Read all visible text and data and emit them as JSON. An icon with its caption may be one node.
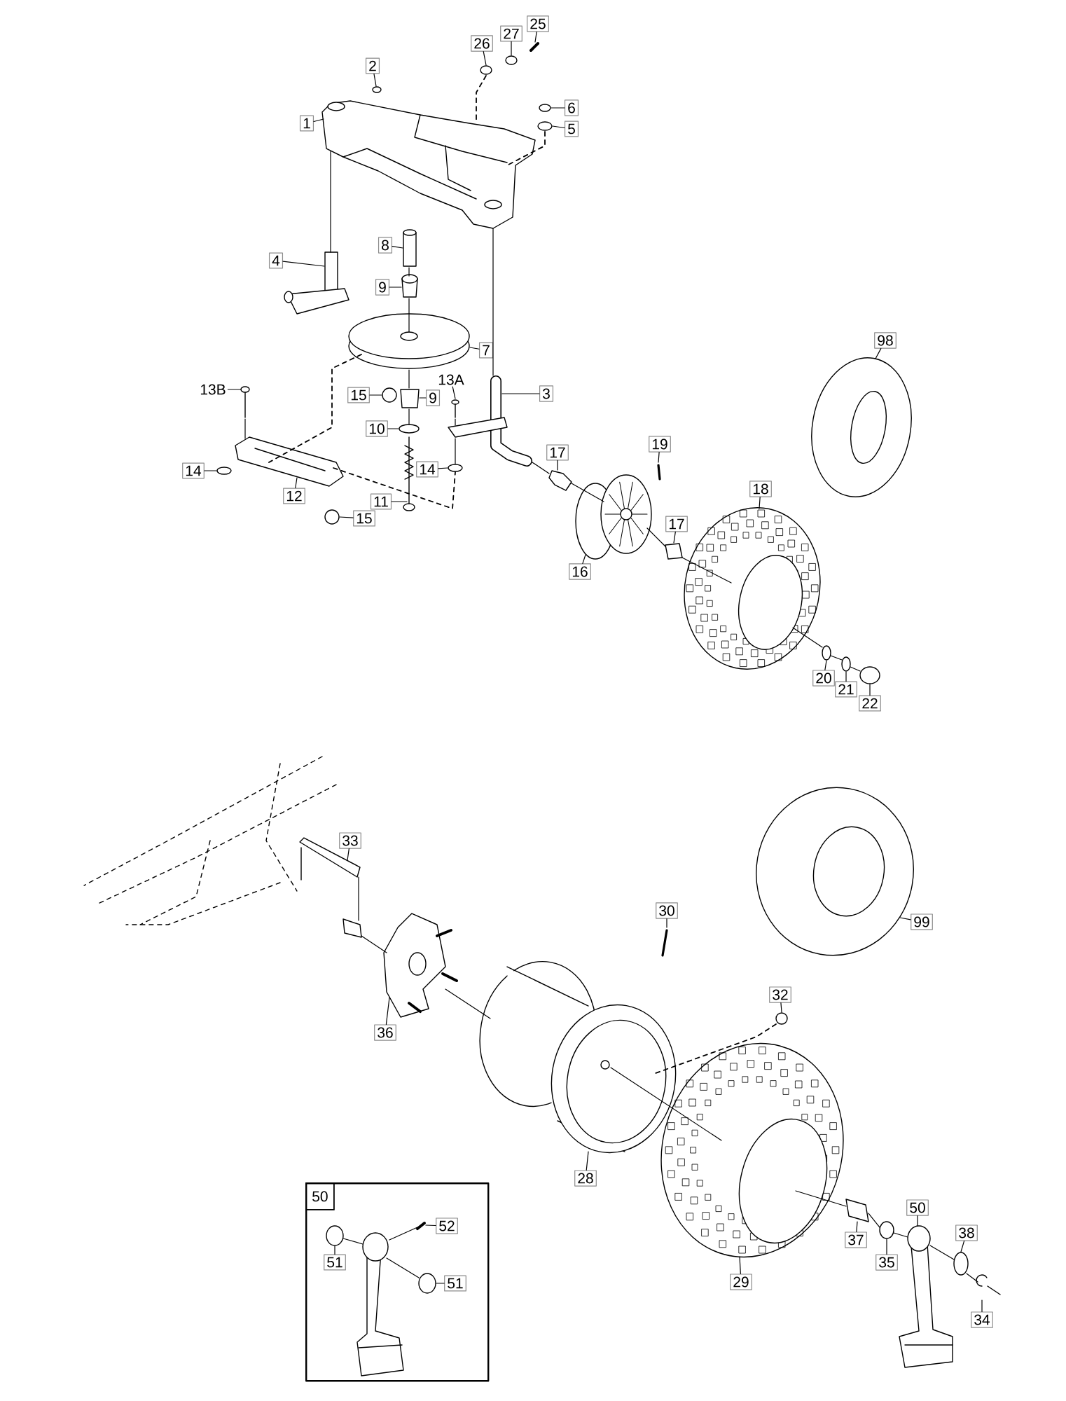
{
  "diagram": {
    "nodes": [
      {
        "text": [
          "25"
        ]
      },
      {
        "text": [
          "27"
        ]
      },
      {
        "text": [
          "26"
        ]
      },
      {
        "text": [
          "2"
        ]
      },
      {
        "text": [
          "6"
        ]
      },
      {
        "text": [
          "1"
        ]
      },
      {
        "text": [
          "5"
        ]
      },
      {
        "text": [
          "8"
        ]
      },
      {
        "text": [
          "4"
        ]
      },
      {
        "text": [
          "9"
        ]
      },
      {
        "text": [
          "98"
        ]
      },
      {
        "text": [
          "7"
        ]
      },
      {
        "text": [
          "13A"
        ]
      },
      {
        "text": [
          "13B"
        ]
      },
      {
        "text": [
          "15"
        ]
      },
      {
        "text": [
          "3"
        ]
      },
      {
        "text": [
          "9"
        ]
      },
      {
        "text": [
          "10"
        ]
      },
      {
        "text": [
          "19"
        ]
      },
      {
        "text": [
          "17"
        ]
      },
      {
        "text": [
          "14"
        ]
      },
      {
        "text": [
          "14"
        ]
      },
      {
        "text": [
          "12"
        ]
      },
      {
        "text": [
          "18"
        ]
      },
      {
        "text": [
          "11"
        ]
      },
      {
        "text": [
          "15"
        ]
      },
      {
        "text": [
          "17"
        ]
      },
      {
        "text": [
          "16"
        ]
      },
      {
        "text": [
          "20"
        ]
      },
      {
        "text": [
          "21"
        ]
      },
      {
        "text": [
          "22"
        ]
      },
      {
        "text": [
          "33"
        ]
      },
      {
        "text": [
          "99"
        ]
      },
      {
        "text": [
          "30"
        ]
      },
      {
        "text": [
          "32"
        ]
      },
      {
        "text": [
          "36"
        ]
      },
      {
        "text": [
          "28"
        ]
      },
      {
        "text": [
          "50"
        ]
      },
      {
        "text": [
          "50"
        ]
      },
      {
        "text": [
          "52"
        ],
        "in": 37
      },
      {
        "text": [
          "38"
        ]
      },
      {
        "text": [
          "37"
        ]
      },
      {
        "text": [
          "35"
        ]
      },
      {
        "text": [
          "51"
        ],
        "in": 37
      },
      {
        "text": [
          "29"
        ]
      },
      {
        "text": [
          "51"
        ],
        "in": 37
      },
      {
        "text": [
          "34"
        ]
      },
      {
        "text": [],
        "shape": "picture"
      },
      {
        "text": [],
        "shape": "circle"
      },
      {
        "text": [],
        "shape": "circle"
      },
      {
        "text": [],
        "shape": "circle"
      },
      {
        "text": [],
        "shape": "circle"
      },
      {
        "text": [],
        "shape": "picture"
      },
      {
        "text": [],
        "shape": "circle"
      },
      {
        "text": [],
        "shape": "box"
      },
      {
        "text": [],
        "shape": "picture"
      },
      {
        "text": [],
        "shape": "box"
      },
      {
        "text": [],
        "shape": "circle"
      },
      {
        "text": [],
        "shape": "picture"
      },
      {
        "text": [],
        "shape": "picture"
      },
      {
        "text": [],
        "shape": "picture"
      },
      {
        "text": [],
        "shape": "circle"
      },
      {
        "text": [],
        "shape": "picture"
      },
      {
        "text": [],
        "shape": "box"
      },
      {
        "text": [],
        "shape": "circle"
      },
      {
        "text": [],
        "shape": "picture"
      },
      {
        "text": [],
        "shape": "box"
      },
      {
        "text": [],
        "shape": "circle"
      },
      {
        "text": [],
        "shape": "circle"
      },
      {
        "text": [],
        "shape": "picture"
      },
      {
        "text": [],
        "shape": "picture"
      },
      {
        "text": [],
        "shape": "picture"
      },
      {
        "text": [],
        "shape": "circle"
      },
      {
        "text": [],
        "shape": "box"
      },
      {
        "text": [],
        "shape": "picture"
      },
      {
        "text": [],
        "shape": "circle"
      },
      {
        "text": [],
        "shape": "circle"
      },
      {
        "text": [],
        "shape": "circle"
      },
      {
        "text": [],
        "shape": "picture"
      },
      {
        "text": [],
        "shape": "circle"
      },
      {
        "text": [],
        "shape": "picture"
      },
      {
        "text": [],
        "shape": "circle"
      },
      {
        "text": [],
        "shape": "picture"
      },
      {
        "text": [],
        "shape": "picture"
      },
      {
        "text": [],
        "shape": "picture"
      },
      {
        "text": [],
        "shape": "picture",
        "in": 37
      },
      {
        "text": [],
        "shape": "circle"
      },
      {
        "text": [],
        "shape": "box"
      },
      {
        "text": [],
        "shape": "circle"
      },
      {
        "text": [],
        "shape": "circle",
        "in": 37
      },
      {
        "text": [],
        "shape": "picture"
      },
      {
        "text": [],
        "shape": "circle",
        "in": 37
      },
      {
        "text": [],
        "shape": "picture"
      },
      {
        "text": [],
        "shape": "box"
      },
      {
        "text": [],
        "shape": "picture",
        "in": 37
      },
      {
        "text": [],
        "shape": "box"
      }
    ],
    "edges": [
      {
        "from": 0,
        "to": 47,
        "arrow": "none"
      },
      {
        "from": 1,
        "to": 48,
        "arrow": "none"
      },
      {
        "from": 2,
        "to": 49,
        "arrow": "none"
      },
      {
        "from": 3,
        "to": 50,
        "arrow": "none"
      },
      {
        "from": 4,
        "to": 51,
        "arrow": "none"
      },
      {
        "from": 5,
        "to": 52,
        "arrow": "none"
      },
      {
        "from": 6,
        "to": 53,
        "arrow": "none"
      },
      {
        "from": 7,
        "to": 54,
        "arrow": "none"
      },
      {
        "from": 8,
        "to": 55,
        "arrow": "none"
      },
      {
        "from": 9,
        "to": 56,
        "arrow": "none"
      },
      {
        "from": 10,
        "to": 57,
        "arrow": "none"
      },
      {
        "from": 11,
        "to": 58,
        "arrow": "none"
      },
      {
        "from": 12,
        "to": 59,
        "arrow": "none"
      },
      {
        "from": 13,
        "to": 60,
        "arrow": "none"
      },
      {
        "from": 14,
        "to": 61,
        "arrow": "none"
      },
      {
        "from": 15,
        "to": 62,
        "arrow": "none"
      },
      {
        "from": 16,
        "to": 63,
        "arrow": "none"
      },
      {
        "from": 17,
        "to": 64,
        "arrow": "none"
      },
      {
        "from": 18,
        "to": 65,
        "arrow": "none"
      },
      {
        "from": 19,
        "to": 66,
        "arrow": "none"
      },
      {
        "from": 20,
        "to": 67,
        "arrow": "none"
      },
      {
        "from": 21,
        "to": 68,
        "arrow": "none"
      },
      {
        "from": 22,
        "to": 69,
        "arrow": "none"
      },
      {
        "from": 23,
        "to": 70,
        "arrow": "none"
      },
      {
        "from": 24,
        "to": 71,
        "arrow": "none"
      },
      {
        "from": 25,
        "to": 72,
        "arrow": "none"
      },
      {
        "from": 26,
        "to": 73,
        "arrow": "none"
      },
      {
        "from": 27,
        "to": 74,
        "arrow": "none"
      },
      {
        "from": 28,
        "to": 75,
        "arrow": "none"
      },
      {
        "from": 29,
        "to": 76,
        "arrow": "none"
      },
      {
        "from": 30,
        "to": 77,
        "arrow": "none"
      },
      {
        "from": 31,
        "to": 78,
        "arrow": "none"
      },
      {
        "from": 32,
        "to": 79,
        "arrow": "none"
      },
      {
        "from": 33,
        "to": 80,
        "arrow": "none"
      },
      {
        "from": 34,
        "to": 81,
        "arrow": "none"
      },
      {
        "from": 35,
        "to": 82,
        "arrow": "none"
      },
      {
        "from": 36,
        "to": 83,
        "arrow": "none"
      },
      {
        "from": 38,
        "to": 84,
        "arrow": "none"
      },
      {
        "from": 39,
        "to": 85,
        "arrow": "none"
      },
      {
        "from": 40,
        "to": 86,
        "arrow": "none"
      },
      {
        "from": 41,
        "to": 87,
        "arrow": "none"
      },
      {
        "from": 42,
        "to": 88,
        "arrow": "none"
      },
      {
        "from": 43,
        "to": 89,
        "arrow": "none"
      },
      {
        "from": 44,
        "to": 90,
        "arrow": "none"
      },
      {
        "from": 45,
        "to": 91,
        "arrow": "none"
      },
      {
        "from": 46,
        "to": 92,
        "arrow": "none"
      },
      {
        "from": 52,
        "to": 55,
        "arrow": "none"
      },
      {
        "from": 52,
        "to": 62,
        "arrow": "none"
      },
      {
        "from": 49,
        "to": 52,
        "arrow": "none",
        "style": "dashed"
      },
      {
        "from": 53,
        "to": 52,
        "arrow": "none",
        "style": "dashed"
      },
      {
        "from": 54,
        "to": 56,
        "arrow": "none"
      },
      {
        "from": 56,
        "to": 58,
        "arrow": "none"
      },
      {
        "from": 58,
        "to": 63,
        "arrow": "none"
      },
      {
        "from": 63,
        "to": 64,
        "arrow": "none"
      },
      {
        "from": 58,
        "to": 69,
        "arrow": "none",
        "style": "dashed"
      },
      {
        "from": 69,
        "to": 68,
        "arrow": "none",
        "style": "dashed"
      },
      {
        "from": 60,
        "to": 69,
        "arrow": "none"
      },
      {
        "from": 95,
        "to": 68,
        "arrow": "none"
      },
      {
        "from": 62,
        "to": 66,
        "arrow": "none"
      },
      {
        "from": 66,
        "to": 74,
        "arrow": "none"
      },
      {
        "from": 74,
        "to": 73,
        "arrow": "none"
      },
      {
        "from": 73,
        "to": 70,
        "arrow": "none"
      },
      {
        "from": 70,
        "to": 75,
        "arrow": "none"
      },
      {
        "from": 75,
        "to": 76,
        "arrow": "none"
      },
      {
        "from": 76,
        "to": 77,
        "arrow": "none"
      },
      {
        "from": 78,
        "to": 93,
        "arrow": "none"
      },
      {
        "from": 93,
        "to": 82,
        "arrow": "none"
      },
      {
        "from": 82,
        "to": 83,
        "arrow": "none"
      },
      {
        "from": 83,
        "to": 90,
        "arrow": "none"
      },
      {
        "from": 90,
        "to": 87,
        "arrow": "none"
      },
      {
        "from": 81,
        "to": 83,
        "arrow": "none",
        "style": "dashed"
      },
      {
        "from": 87,
        "to": 88,
        "arrow": "none"
      },
      {
        "from": 88,
        "to": 84,
        "arrow": "none"
      },
      {
        "from": 84,
        "to": 86,
        "arrow": "none"
      },
      {
        "from": 86,
        "to": 92,
        "arrow": "none"
      },
      {
        "from": 89,
        "to": 94,
        "arrow": "none"
      },
      {
        "from": 94,
        "to": 85,
        "arrow": "none"
      },
      {
        "from": 94,
        "to": 91,
        "arrow": "none"
      },
      {
        "from": 59,
        "to": 95,
        "arrow": "none"
      }
    ]
  }
}
